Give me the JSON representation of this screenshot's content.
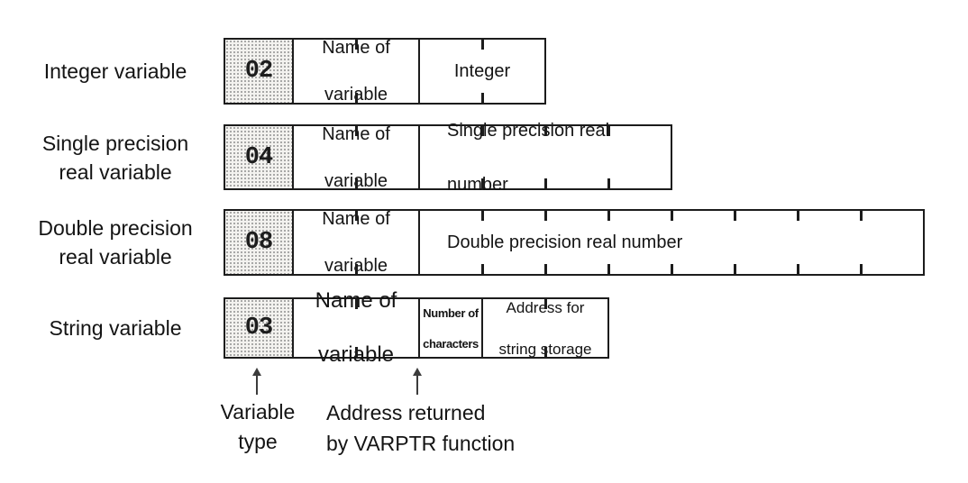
{
  "colors": {
    "line": "#1c1c1c",
    "text": "#141414",
    "stipple_bg": "#f3f2ef",
    "stipple_dot": "#8f8f8f",
    "canvas_bg": "#ffffff"
  },
  "diagram": {
    "rows": [
      {
        "label_lines": [
          "Integer variable"
        ],
        "type_code": "02",
        "sections": [
          {
            "lines": [
              "Name of",
              "variable"
            ],
            "cells": 2,
            "variant": "name"
          },
          {
            "lines": [
              "Integer"
            ],
            "cells": 2,
            "variant": "center"
          }
        ]
      },
      {
        "label_lines": [
          "Single precision",
          "real variable"
        ],
        "type_code": "04",
        "sections": [
          {
            "lines": [
              "Name of",
              "variable"
            ],
            "cells": 2,
            "variant": "name"
          },
          {
            "lines": [
              "Single precision real",
              "number"
            ],
            "cells": 4,
            "variant": "left"
          }
        ]
      },
      {
        "label_lines": [
          "Double precision",
          "real variable"
        ],
        "type_code": "08",
        "sections": [
          {
            "lines": [
              "Name of",
              "variable"
            ],
            "cells": 2,
            "variant": "name"
          },
          {
            "lines": [
              "Double precision real number"
            ],
            "cells": 8,
            "variant": "left"
          }
        ]
      },
      {
        "label_lines": [
          "String variable"
        ],
        "type_code": "03",
        "sections": [
          {
            "lines": [
              "Name of",
              "variable"
            ],
            "cells": 2,
            "variant": "name-large"
          },
          {
            "lines": [
              "Number of",
              "characters"
            ],
            "cells": 1,
            "variant": "tiny"
          },
          {
            "lines": [
              "Address for",
              "string storage"
            ],
            "cells": 2,
            "variant": "medium"
          }
        ]
      }
    ],
    "footnotes": {
      "variable_type": {
        "line1": "Variable",
        "line2": "type"
      },
      "varptr": {
        "line1": "Address returned",
        "line2": "by VARPTR function"
      }
    }
  }
}
